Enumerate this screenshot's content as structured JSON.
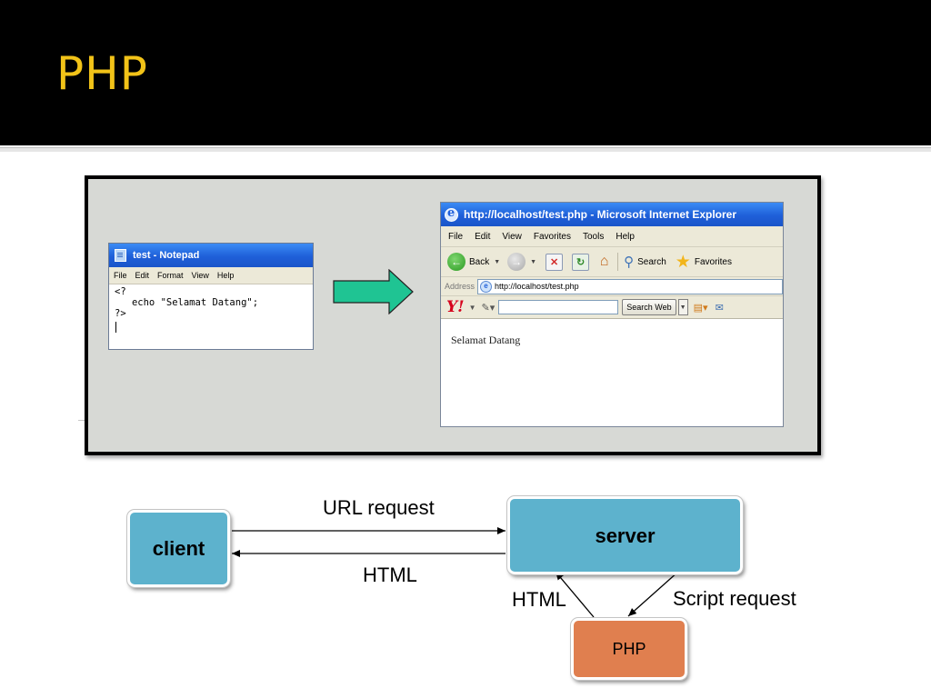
{
  "slide": {
    "title": "PHP"
  },
  "colors": {
    "title_text": "#f2c318",
    "title_bar": "#000000",
    "node_blue": "#5db2cd",
    "node_orange": "#e07f4f",
    "arrow_green": "#1fc493"
  },
  "notepad": {
    "title": "test - Notepad",
    "menu": [
      "File",
      "Edit",
      "Format",
      "View",
      "Help"
    ],
    "content": "<?\n   echo \"Selamat Datang\";\n?>"
  },
  "arrow": {
    "icon": "right-arrow-icon"
  },
  "browser": {
    "title": "http://localhost/test.php - Microsoft Internet Explorer",
    "menu": [
      "File",
      "Edit",
      "View",
      "Favorites",
      "Tools",
      "Help"
    ],
    "toolbar": {
      "back_label": "Back",
      "search_label": "Search",
      "favorites_label": "Favorites"
    },
    "address_label": "Address",
    "address_value": "http://localhost/test.php",
    "yahoo_logo": "Y!",
    "yahoo_search_button": "Search Web",
    "page_text": "Selamat Datang"
  },
  "diagram": {
    "client": "client",
    "server": "server",
    "php": "PHP",
    "label_url_request": "URL request",
    "label_html_response": "HTML",
    "label_php_html": "HTML",
    "label_script_request": "Script request"
  }
}
